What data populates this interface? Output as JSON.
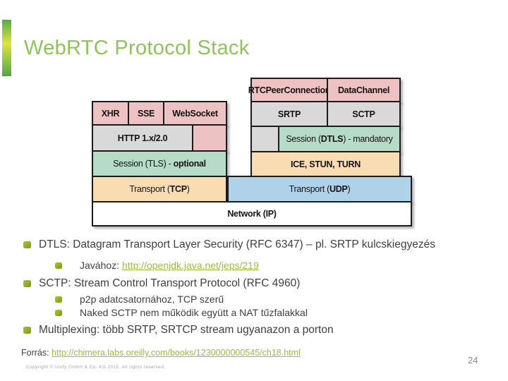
{
  "title": "WebRTC Protocol Stack",
  "page_number": "24",
  "footer": {
    "copyright": "Copyright © Unify GmbH & Co. KG 2015. All rights reserved."
  },
  "source": {
    "label": "Forrás:",
    "url_text": "http://chimera.labs.oreilly.com/books/1230000000545/ch18.html"
  },
  "bullets": [
    {
      "level": 1,
      "text": "DTLS: Datagram Transport Layer Security (RFC 6347) – pl. SRTP kulcskiegyezés"
    },
    {
      "level": 2,
      "text": "Javához: ",
      "link_text": "http://openjdk.java.net/jeps/219"
    },
    {
      "level": 1,
      "text": "SCTP: Stream Control Transport Protocol (RFC 4960)"
    },
    {
      "level": 2,
      "text": "p2p adatcsatornához, TCP szerű"
    },
    {
      "level": 2,
      "text": "Naked SCTP nem működik együtt a NAT tűzfalakkal"
    },
    {
      "level": 1,
      "text": "Multiplexing: több SRTP, SRTCP stream ugyanazon a porton"
    }
  ],
  "diagram": {
    "boxes": {
      "xhr": {
        "bold": "XHR"
      },
      "sse": {
        "bold": "SSE"
      },
      "websocket": {
        "bold": "WebSocket"
      },
      "http": {
        "bold": "HTTP 1.x/2.0"
      },
      "tls": {
        "pre": "Session (TLS) - ",
        "bold": "optional"
      },
      "tcp": {
        "pre": "Transport (",
        "bold": "TCP",
        "post": ")"
      },
      "rtcpeerconnection": {
        "bold": "RTCPeerConnection"
      },
      "datachannel": {
        "bold": "DataChannel"
      },
      "srtp": {
        "bold": "SRTP"
      },
      "sctp": {
        "bold": "SCTP"
      },
      "dtls": {
        "pre": "Session (",
        "bold": "DTLS",
        "post": ") - mandatory"
      },
      "ice": {
        "bold": "ICE, STUN, TURN"
      },
      "udp": {
        "pre": "Transport (",
        "bold": "UDP",
        "post": ")"
      },
      "network": {
        "bold": "Network (IP)"
      }
    },
    "colors": {
      "pink": "#eec2c2",
      "gray": "#d9d9d9",
      "green": "#b6dcc7",
      "orange": "#fadcb2",
      "blue": "#afd2e9",
      "white": "#ffffff",
      "border": "#1b1b1b"
    }
  },
  "theme": {
    "title_color": "#8fc45a",
    "link_color": "#9bbd3e",
    "bullet_marker_color": "#94b022",
    "body_text_color": "#3f3f3f"
  }
}
